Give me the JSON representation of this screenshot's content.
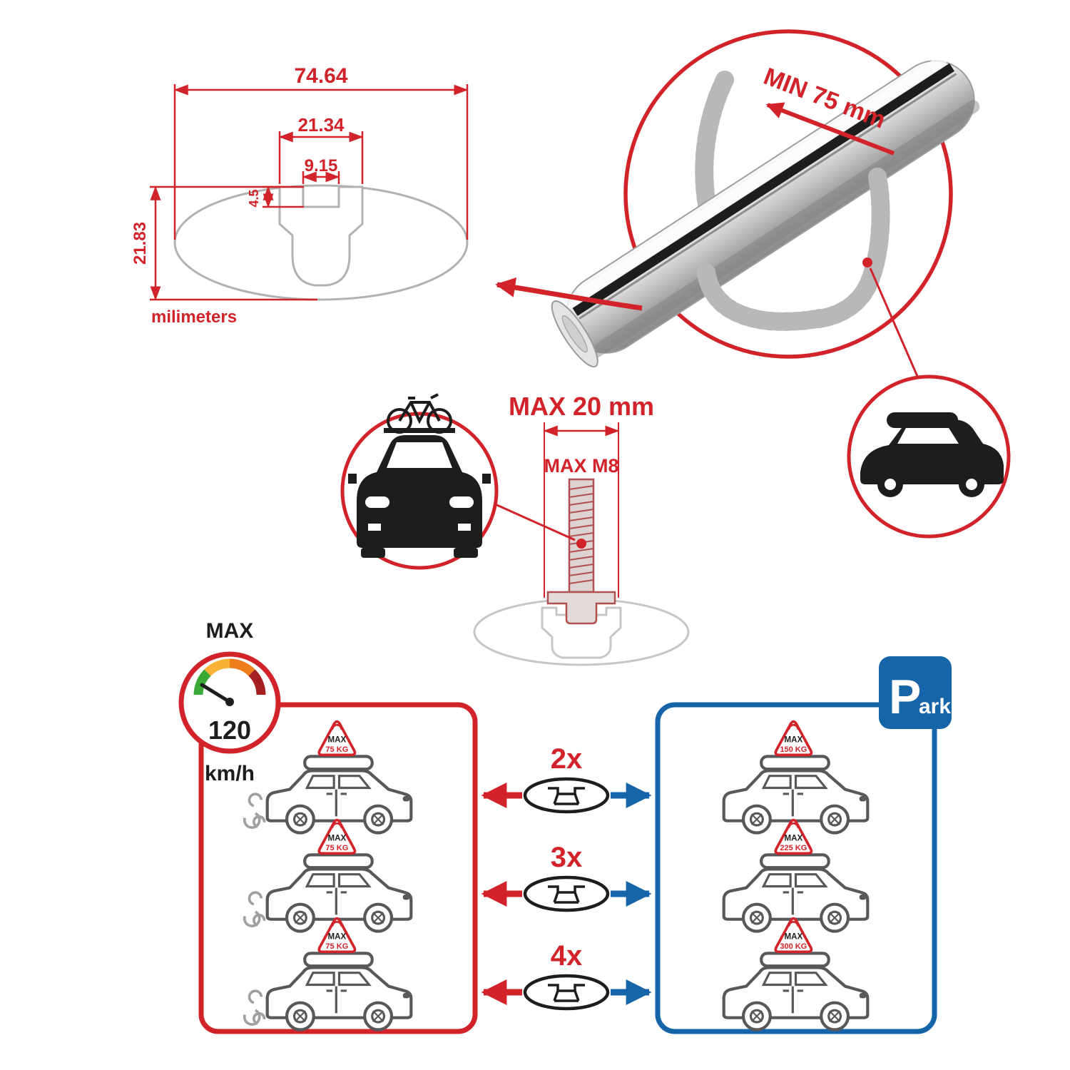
{
  "colors": {
    "red": "#d2232a",
    "blue": "#1565a8",
    "ghost_gray": "#c6c6c6",
    "line_gray": "#58585a",
    "black": "#1d1d1b"
  },
  "cross_section": {
    "total_width": "74.64",
    "slot_outer_width": "21.34",
    "slot_inner_width": "9.15",
    "slot_depth": "4.5",
    "total_height": "21.83",
    "units_label": "milimeters"
  },
  "bar_detail": {
    "min_clamp_span": "MIN 75 mm"
  },
  "bolt_detail": {
    "max_head_width": "MAX 20 mm",
    "max_thread": "MAX M8"
  },
  "speed_limit": {
    "label": "MAX",
    "value": "120",
    "unit": "km/h"
  },
  "park_sign": {
    "letter": "P",
    "suffix": "ark"
  },
  "driving_cars": [
    {
      "flag_label": "MAX",
      "flag_load": "75 KG"
    },
    {
      "flag_label": "MAX",
      "flag_load": "75 KG"
    },
    {
      "flag_label": "MAX",
      "flag_load": "75 KG"
    }
  ],
  "bar_quantities": [
    {
      "count": "2x"
    },
    {
      "count": "3x"
    },
    {
      "count": "4x"
    }
  ],
  "parked_cars": [
    {
      "flag_label": "MAX",
      "flag_load": "150 KG"
    },
    {
      "flag_label": "MAX",
      "flag_load": "225 KG"
    },
    {
      "flag_label": "MAX",
      "flag_load": "300 KG"
    }
  ]
}
